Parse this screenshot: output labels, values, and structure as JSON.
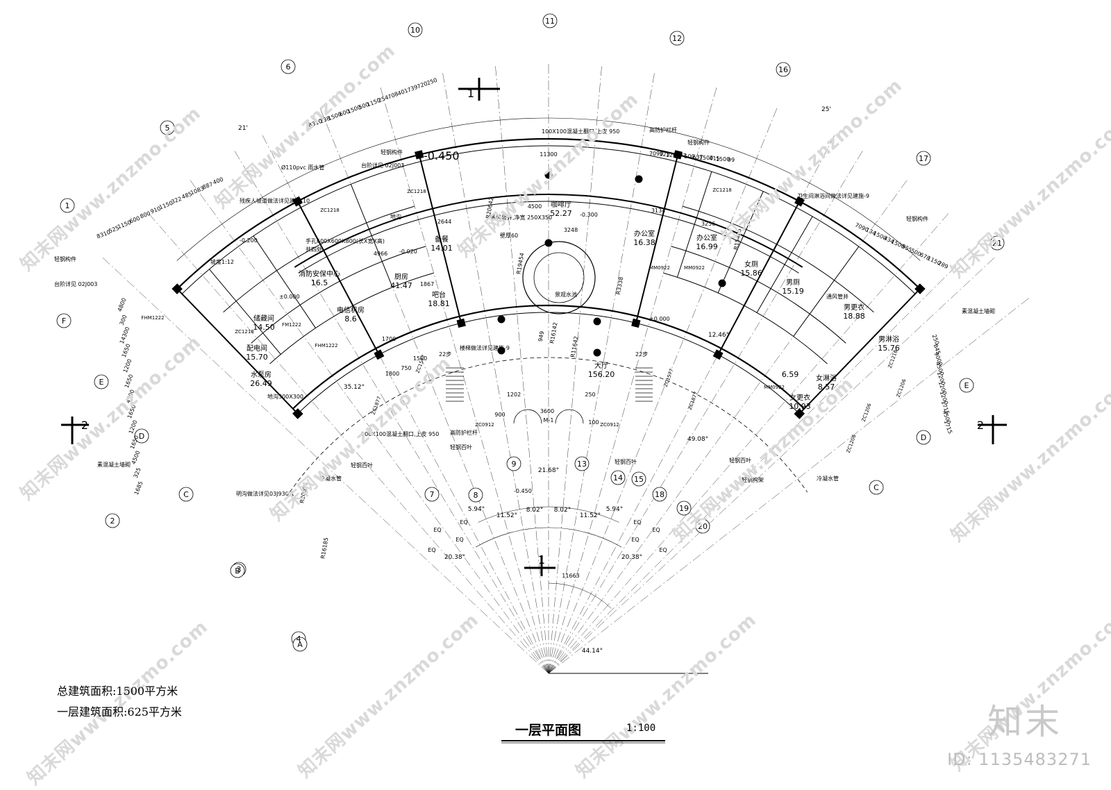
{
  "drawing": {
    "title": "一层平面图",
    "scale": "1:100",
    "total_area": "总建筑面积:1500平方米",
    "floor_area": "一层建筑面积:625平方米"
  },
  "watermark": {
    "brand": "知末",
    "id": "ID: 1135483271",
    "site_text": "知末网www.znzmo.com"
  },
  "axes": {
    "radial": [
      "1",
      "2",
      "3",
      "4",
      "5",
      "6",
      "7",
      "8",
      "9",
      "10",
      "11",
      "12",
      "13",
      "14",
      "15",
      "16",
      "17",
      "18",
      "19",
      "20",
      "21"
    ],
    "arc": [
      "A",
      "B",
      "C",
      "D",
      "E",
      "F"
    ]
  },
  "rooms": [
    {
      "name": "咖啡厅",
      "area": "52.27"
    },
    {
      "name": "办公室",
      "area": "16.38"
    },
    {
      "name": "办公室",
      "area": "16.99"
    },
    {
      "name": "备餐",
      "area": "14.01"
    },
    {
      "name": "厨房",
      "area": "41.47"
    },
    {
      "name": "吧台",
      "area": "18.81"
    },
    {
      "name": "消防安保中心",
      "area": "16.5"
    },
    {
      "name": "电信机房",
      "area": "8.6"
    },
    {
      "name": "储藏间",
      "area": "14.50"
    },
    {
      "name": "配电间",
      "area": "15.70"
    },
    {
      "name": "水泵房",
      "area": "26.49"
    },
    {
      "name": "大厅",
      "area": "156.20"
    },
    {
      "name": "男更衣",
      "area": "18.88"
    },
    {
      "name": "男淋浴",
      "area": "15.76"
    },
    {
      "name": "女淋浴",
      "area": "8.57"
    },
    {
      "name": "女更衣",
      "area": "10.93"
    },
    {
      "name": "女厕",
      "area": "15.86"
    },
    {
      "name": "男厕",
      "area": "15.19"
    },
    {
      "name": "",
      "area": "6.59"
    }
  ],
  "labels": {
    "water_pipe": "Ø110pvc 雨水管",
    "accessible_ramp": "残疾人坡道做法详见建施-10",
    "steel_member_1": "轻钢构件",
    "steel_member_2": "轻钢构件",
    "steel_member_3": "轻钢构件",
    "steel_member_left": "轻钢构件",
    "step_detail_1": "台阶详见 02J003",
    "step_detail_2": "台阶详见 02J003",
    "concrete_hole_1": "100X100混凝土翻口,上皮 950",
    "concrete_hole_2": "100X100混凝土翻口,上皮 950",
    "railing_1": "高防护栏杆",
    "railing_2": "高防护栏杆",
    "toilet_note": "卫生间淋浴间做法详见建施-9",
    "ventilation": "通风竖井,净宽 250X350",
    "wall_thickness": "壁厚60",
    "stair_note": "楼梯做法详见建施-9",
    "hole_note": "手孔600X600X800(长X宽X高)",
    "shared_well": "共四处",
    "plain_wall_left": "素混凝土墙砌",
    "plain_wall_right": "素混凝土墙砌",
    "drain_note": "明沟做法详见03J930-1",
    "ac_pipe_left": "冷凝水管",
    "ac_pipe_right": "冷凝水管",
    "steel_frame": "轻钢构架",
    "steel_louver_1": "轻钢百叶",
    "steel_louver_2": "轻钢百叶",
    "steel_louver_3": "轻钢百叶",
    "steel_louver_4": "轻钢百叶",
    "scenic_pool": "景观水池",
    "vent_shaft": "通风管井",
    "trench": "地沟",
    "trench_size": "地沟300X300",
    "door_main": "M-1",
    "level_entry": "-0.450",
    "level_entry_2": "-0.450",
    "level_hall": "±0.000",
    "level_left": "±0.000",
    "level_m300": "-0.300",
    "level_m200": "-0.200",
    "level_m020": "-0.020",
    "ramp_slope": "坡度1:12",
    "stairs_left": "22步",
    "stairs_right": "22步"
  },
  "dimensions": {
    "top_left": [
      "8310",
      "238",
      "1500",
      "600",
      "1500",
      "500",
      "1150",
      "254",
      "708",
      "401",
      "739",
      "720",
      "250"
    ],
    "top_left2": [
      "8310",
      "525",
      "1150",
      "600",
      "800",
      "910",
      "1150",
      "322",
      "485",
      "1083",
      "887",
      "400"
    ],
    "top_right": [
      "7090",
      "323",
      "1200",
      "877",
      "500",
      "637",
      "1500",
      "415",
      "1500",
      "99"
    ],
    "top_right2": [
      "7090",
      "134",
      "1500",
      "434",
      "1500",
      "955",
      "500",
      "678",
      "1150",
      "289"
    ],
    "left_side": [
      "4800",
      "300",
      "14300",
      "1650",
      "1200",
      "1650",
      "4500",
      "1650",
      "1200",
      "1650",
      "4500",
      "325",
      "1685"
    ],
    "right_side": [
      "250",
      "845",
      "9000",
      "4500",
      "1200",
      "1200",
      "1200",
      "1715",
      "4500",
      "1715"
    ],
    "center": [
      "11300",
      "4500",
      "3600",
      "949",
      "R16142",
      "R11642",
      "R16185",
      "R20642",
      "11663",
      "R20891",
      "R15405",
      "R19454",
      "R3338"
    ],
    "angles": [
      "21'",
      "25'",
      "5.94°",
      "11.52°",
      "8.02°",
      "8.02°",
      "11.52°",
      "5.94°",
      "20.38°",
      "20.38°",
      "44.14°",
      "49.08°",
      "12.46°",
      "35.12°",
      "21.68°"
    ],
    "misc": [
      "EQ",
      "EQ",
      "EQ",
      "EQ",
      "EQ",
      "EQ",
      "EQ",
      "EQ",
      "2644",
      "4966",
      "3134",
      "3256",
      "3248",
      "1867",
      "1700",
      "1500",
      "750",
      "1800",
      "900",
      "1202",
      "250",
      "100"
    ]
  },
  "windows": [
    "ZC1218",
    "ZC1218",
    "ZC1218",
    "ZC1218",
    "ZC1577",
    "ZC1877",
    "ZC1577",
    "ZC1877",
    "ZC0912",
    "ZC0912",
    "ZC1216",
    "ZC1206",
    "ZC1206",
    "ZC1206",
    "MM0922",
    "MM0922",
    "MM0922",
    "FHM1222",
    "FM1222",
    "FHM1222"
  ],
  "section_marks": [
    "1",
    "1",
    "2",
    "2"
  ]
}
